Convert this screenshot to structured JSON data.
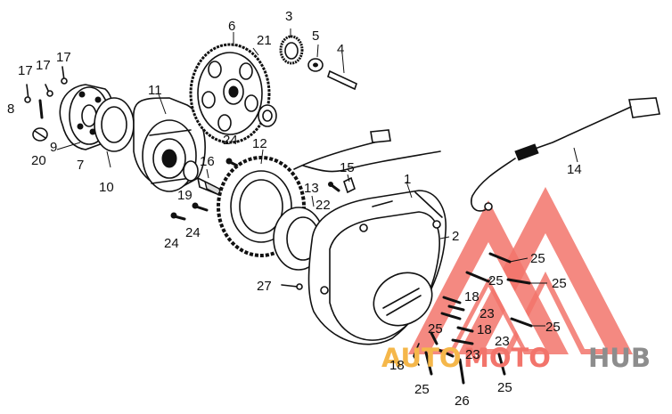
{
  "labels": [
    {
      "id": "1",
      "text": "1"
    },
    {
      "id": "2",
      "text": "2"
    },
    {
      "id": "3",
      "text": "3"
    },
    {
      "id": "4",
      "text": "4"
    },
    {
      "id": "5",
      "text": "5"
    },
    {
      "id": "6",
      "text": "6"
    },
    {
      "id": "7",
      "text": "7"
    },
    {
      "id": "8",
      "text": "8"
    },
    {
      "id": "9",
      "text": "9"
    },
    {
      "id": "10",
      "text": "10"
    },
    {
      "id": "11",
      "text": "11"
    },
    {
      "id": "12",
      "text": "12"
    },
    {
      "id": "13",
      "text": "13"
    },
    {
      "id": "14",
      "text": "14"
    },
    {
      "id": "15",
      "text": "15"
    },
    {
      "id": "16",
      "text": "16"
    },
    {
      "id": "17a",
      "text": "17"
    },
    {
      "id": "17b",
      "text": "17"
    },
    {
      "id": "17c",
      "text": "17"
    },
    {
      "id": "18a",
      "text": "18"
    },
    {
      "id": "18b",
      "text": "18"
    },
    {
      "id": "18c",
      "text": "18"
    },
    {
      "id": "19",
      "text": "19"
    },
    {
      "id": "20",
      "text": "20"
    },
    {
      "id": "21",
      "text": "21"
    },
    {
      "id": "22",
      "text": "22"
    },
    {
      "id": "23a",
      "text": "23"
    },
    {
      "id": "23b",
      "text": "23"
    },
    {
      "id": "23c",
      "text": "23"
    },
    {
      "id": "24a",
      "text": "24"
    },
    {
      "id": "24b",
      "text": "24"
    },
    {
      "id": "24c",
      "text": "24"
    },
    {
      "id": "25a",
      "text": "25"
    },
    {
      "id": "25b",
      "text": "25"
    },
    {
      "id": "25c",
      "text": "25"
    },
    {
      "id": "25d",
      "text": "25"
    },
    {
      "id": "25e",
      "text": "25"
    },
    {
      "id": "25f",
      "text": "25"
    },
    {
      "id": "25g",
      "text": "25"
    },
    {
      "id": "26",
      "text": "26"
    },
    {
      "id": "27",
      "text": "27"
    }
  ],
  "watermark": {
    "word1": "AUTO",
    "word2": "MOTO",
    "word3": "HUB",
    "color_red": "#f2746b",
    "color_orange": "#f5b74a",
    "color_gray": "#8d8d8d"
  }
}
